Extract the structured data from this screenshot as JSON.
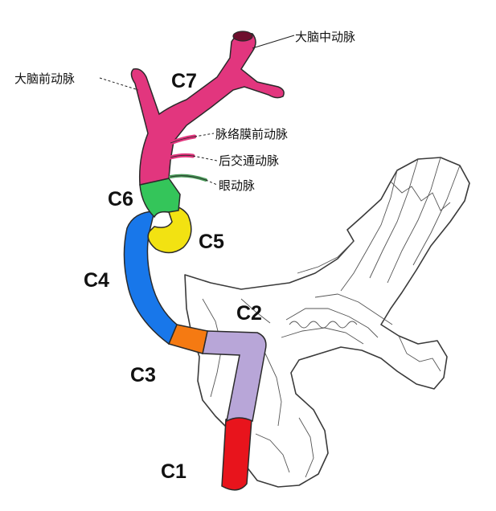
{
  "segments": {
    "c1": {
      "label": "C1",
      "color": "#e8141c"
    },
    "c2": {
      "label": "C2",
      "color": "#b8a6d8"
    },
    "c3": {
      "label": "C3",
      "color": "#f57a12"
    },
    "c4": {
      "label": "C4",
      "color": "#1877ea"
    },
    "c5": {
      "label": "C5",
      "color": "#f2e212"
    },
    "c6": {
      "label": "C6",
      "color": "#34c55a"
    },
    "c7": {
      "label": "C7",
      "color": "#e2367e"
    }
  },
  "branches": {
    "mca": "大脑中动脉",
    "aca": "大脑前动脉",
    "acha": "脉络膜前动脉",
    "pcoa": "后交通动脉",
    "oa": "眼动脉"
  },
  "colors": {
    "ophthalmic_branch": "#4a9c5a",
    "branch_stub": "#e2367e"
  }
}
